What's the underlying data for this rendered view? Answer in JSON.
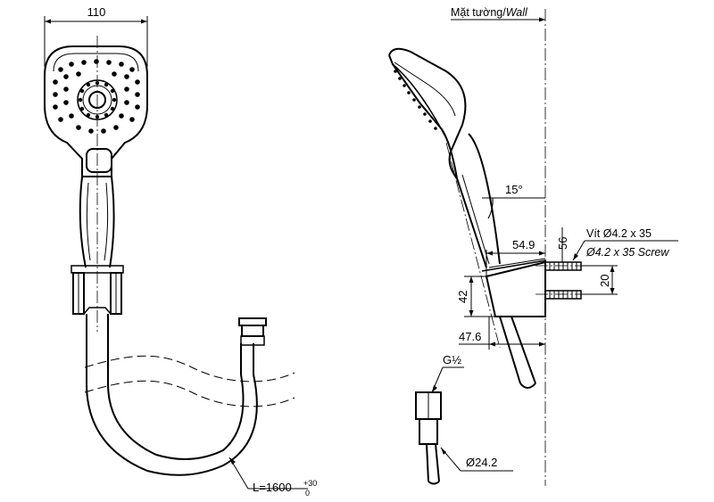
{
  "dimensions": {
    "width_head": "110",
    "hose_length": "L=1600",
    "hose_tol_upper": "+30",
    "hose_tol_lower": "0",
    "angle": "15°",
    "bracket_depth": "54.9",
    "bracket_height": "42",
    "bracket_offset": "47.6",
    "screw_spacing": "20",
    "screw_offset": "56",
    "nut_diameter": "Ø24.2",
    "thread": "G½"
  },
  "labels": {
    "wall_prefix": "Mặt tường/",
    "wall_en": "Wall",
    "screw_vn": "Vít Ø4.2 x 35",
    "screw_en": "Ø4.2 x 35 Screw"
  }
}
